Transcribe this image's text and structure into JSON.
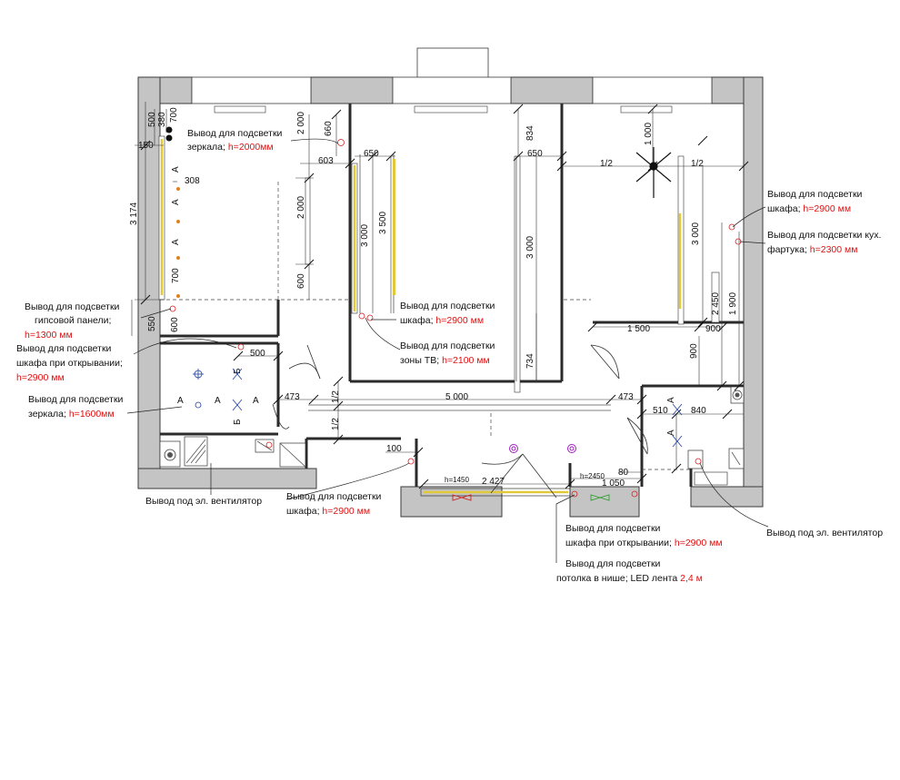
{
  "plan": {
    "dims": {
      "d500": "500",
      "d380": "380",
      "d700a": "700",
      "d150": "150",
      "d3174": "3 174",
      "d308": "308",
      "d700b": "700",
      "d550": "550",
      "d600a": "600",
      "d2000v": "2 000",
      "d600b": "600",
      "d2000b": "2 000",
      "d603": "603",
      "d660": "660",
      "d650a": "650",
      "d3000a": "3 000",
      "d3500": "3 500",
      "d834": "834",
      "d650b": "650",
      "d3000b": "3 000",
      "d734": "734",
      "d1000": "1 000",
      "d12a": "1/2",
      "d12b": "1/2",
      "d3000c": "3 000",
      "d2450": "2 450",
      "d1900": "1 900",
      "d1500": "1 500",
      "d900a": "900",
      "d900b": "900",
      "d500b": "500",
      "d473a": "473",
      "d12c": "1/2",
      "d5000": "5 000",
      "d473b": "473",
      "d12d": "1/2",
      "d510": "510",
      "d840": "840",
      "d100": "100",
      "h1450": "h=1450",
      "d2427": "2 427",
      "h2450": "h=2450",
      "d80": "80",
      "d1050": "1 050"
    },
    "circuits": {
      "a": "A",
      "b": "Б"
    }
  },
  "labels": {
    "mirror_top": {
      "l1": "Вывод для подсветки",
      "l2": "зеркала; ",
      "red": "h=2000мм"
    },
    "gypsum": {
      "l1": "Вывод для подсветки",
      "l2": "гипсовой панели;",
      "red": "h=1300 мм"
    },
    "wardrobe_open_left": {
      "l1": "Вывод для подсветки",
      "l2": "шкафа при открывании;",
      "red": "h=2900 мм"
    },
    "mirror_bath": {
      "l1": "Вывод для подсветки",
      "l2": "зеркала; ",
      "red": "h=1600мм"
    },
    "wardrobe_mid": {
      "l1": "Вывод для подсветки",
      "l2": "шкафа; ",
      "red": "h=2900 мм"
    },
    "tv_zone": {
      "l1": "Вывод для подсветки",
      "l2": "зоны ТВ; ",
      "red": "h=2100 мм"
    },
    "wardrobe_right": {
      "l1": "Вывод для подсветки",
      "l2": "шкафа; ",
      "red": "h=2900 мм"
    },
    "kitchen": {
      "l1": "Вывод для подсветки кух.",
      "l2": "фартука; ",
      "red": "h=2300 мм"
    },
    "fan_left": {
      "l1": "Вывод под эл. вентилятор"
    },
    "wardrobe_hall": {
      "l1": "Вывод для подсветки",
      "l2": "шкафа; ",
      "red": "h=2900 мм"
    },
    "wardrobe_open_right": {
      "l1": "Вывод для подсветки",
      "l2": "шкафа при открывании; ",
      "red": "h=2900 мм"
    },
    "niche": {
      "l1": "Вывод для подсветки",
      "l2": "потолка в нише; LED лента ",
      "red": "2,4 м"
    },
    "fan_right": {
      "l1": "Вывод под эл. вентилятор"
    }
  },
  "colors": {
    "wall": "#c4c4c4",
    "led": "#e2c93a",
    "lamp": "#d42020",
    "red_text": "#e01010",
    "purple": "#a020c0",
    "green": "#2ca02c"
  }
}
